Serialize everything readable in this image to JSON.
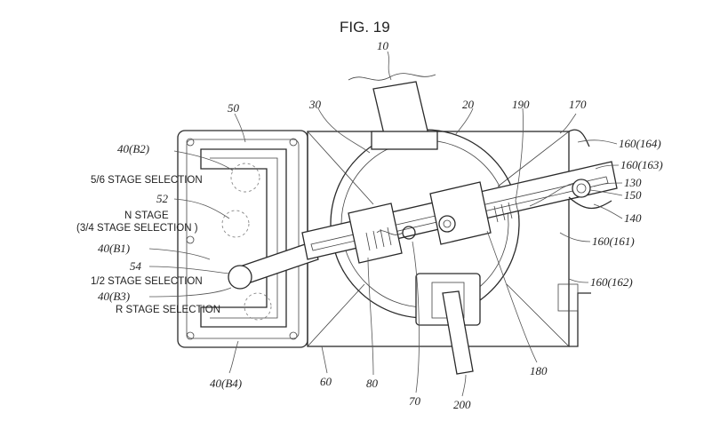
{
  "figure": {
    "caption": "FIG. 19",
    "refs": {
      "r10": "10",
      "r20": "20",
      "r30": "30",
      "r50": "50",
      "r190": "190",
      "r170": "170",
      "r160_164": "160(164)",
      "r160_163": "160(163)",
      "r130": "130",
      "r150": "150",
      "r140": "140",
      "r160_161": "160(161)",
      "r160_162": "160(162)",
      "r40_b2": "40(B2)",
      "r52": "52",
      "r40_b1": "40(B1)",
      "r54": "54",
      "r40_b3": "40(B3)",
      "r40_b4": "40(B4)",
      "r60": "60",
      "r80": "80",
      "r70": "70",
      "r200": "200",
      "r180": "180"
    },
    "labels": {
      "stage_56": "5/6  STAGE SELECTION",
      "n_stage": "N  STAGE",
      "stage_34": "(3/4  STAGE SELECTION )",
      "stage_12": "1/2  STAGE SELECTION",
      "r_stage": "R  STAGE SELECTION"
    }
  }
}
